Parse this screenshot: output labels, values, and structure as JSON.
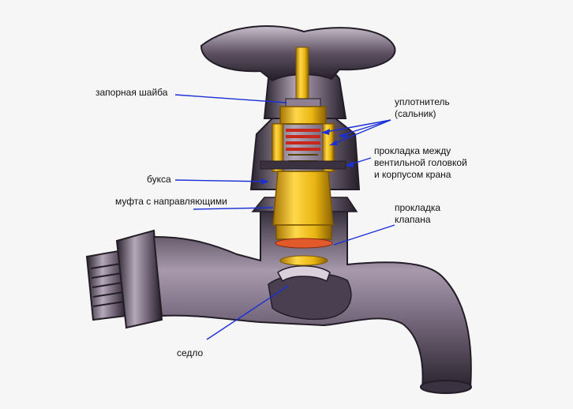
{
  "labels": {
    "zapornaya_shaiba": "запорная шайба",
    "uplotnitel": "уплотнитель\n(сальник)",
    "prokladka_mezhdu": "прокладка между\nвентильной головкой\nи корпусом крана",
    "buksa": "букса",
    "mufta": "муфта с направляющими",
    "prokladka_klapana": "прокладка\nклапана",
    "sedlo": "седло"
  },
  "colors": {
    "leader_line": "#1a2fd6",
    "metal_dark": "#3b3340",
    "metal_mid": "#8e7f93",
    "metal_light": "#d6cfd8",
    "brass": "#e8b411",
    "brass_dark": "#a87606",
    "rubber_red": "#c8281c"
  }
}
